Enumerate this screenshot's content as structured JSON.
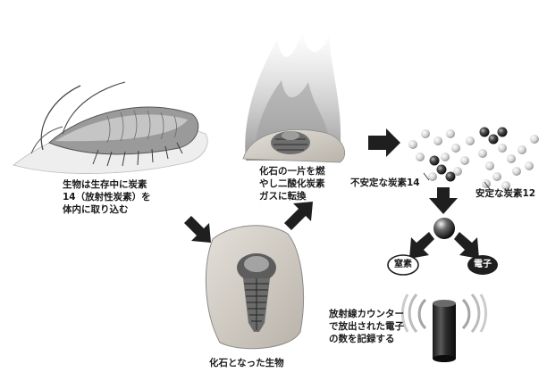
{
  "labels": {
    "step1": "生物は生存中に炭素\n14（放射性炭素）を\n体内に取り込む",
    "step2": "化石の一片を燃\nやし二酸化炭素\nガスに転換",
    "fossil": "化石となった生物",
    "unstable": "不安定な炭素14",
    "stable": "安定な炭素12",
    "nitrogen": "窒素",
    "electron": "電子",
    "counter": "放射線カウンター\nで放出された電子\nの数を記録する"
  },
  "colors": {
    "arrow": "#1f1f1f",
    "stone": "#cfcac2",
    "atom_light": "#d9d9d9",
    "atom_dark": "#3a3a3a"
  },
  "icons": {
    "arrow": "bold-arrow-icon",
    "atom": "atom-sphere-icon",
    "counter": "radiation-counter-icon"
  }
}
